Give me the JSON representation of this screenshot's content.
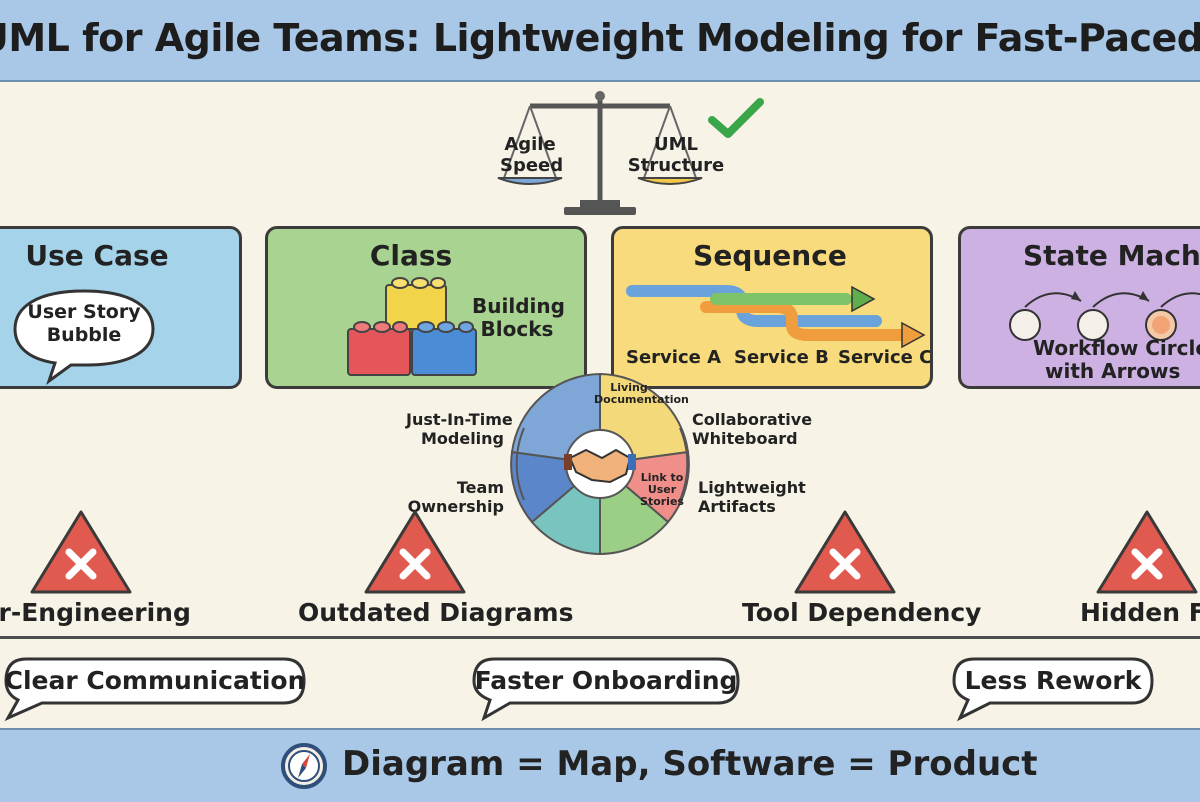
{
  "title": "UML for Agile Teams: Lightweight Modeling for Fast-Paced Projects",
  "balance": {
    "left_label_line1": "Agile",
    "left_label_line2": "Speed",
    "right_label_line1": "UML",
    "right_label_line2": "Structure",
    "checkmark_icon": "check-icon"
  },
  "cards": {
    "use_case": {
      "title": "Use Case",
      "bubble_line1": "User Story",
      "bubble_line2": "Bubble",
      "color": "#a5d3ea"
    },
    "class": {
      "title": "Class",
      "caption_line1": "Building",
      "caption_line2": "Blocks",
      "color": "#a9d391"
    },
    "sequence": {
      "title": "Sequence",
      "service_a": "Service A",
      "service_b": "Service B",
      "service_c": "Service C",
      "color": "#f8db7c"
    },
    "state_machine": {
      "title": "State Machine",
      "caption_line1": "Workflow Circles",
      "caption_line2": "with Arrows",
      "color": "#cdb1e2"
    }
  },
  "practices": {
    "segment_living_line1": "Living",
    "segment_living_line2": "Documentation",
    "segment_link_line1": "Link to",
    "segment_link_line2": "User",
    "segment_link_line3": "Stories",
    "just_in_time_line1": "Just-In-Time",
    "just_in_time_line2": "Modeling",
    "collaborative_line1": "Collaborative",
    "collaborative_line2": "Whiteboard",
    "team_line1": "Team",
    "team_line2": "Ownership",
    "lightweight_line1": "Lightweight",
    "lightweight_line2": "Artifacts",
    "center_icon": "handshake-icon"
  },
  "risks": {
    "over_engineering": "Over-Engineering",
    "outdated": "Outdated Diagrams",
    "tool_dependency": "Tool Dependency",
    "hidden_files": "Hidden Files"
  },
  "benefits": {
    "clear_communication": "Clear Communication",
    "faster_onboarding": "Faster Onboarding",
    "less_rework": "Less Rework"
  },
  "footer": {
    "text": "Diagram = Map, Software = Product",
    "icon": "compass-icon"
  },
  "colors": {
    "title_bar": "#a9c8e8",
    "background": "#f7f3e6",
    "warning_red": "#e05a4f",
    "ring_yellow": "#f4d97a",
    "ring_red": "#f08f8a",
    "ring_green": "#9ccf86",
    "ring_teal": "#7ac4c0",
    "ring_blue": "#7ea7d8"
  }
}
